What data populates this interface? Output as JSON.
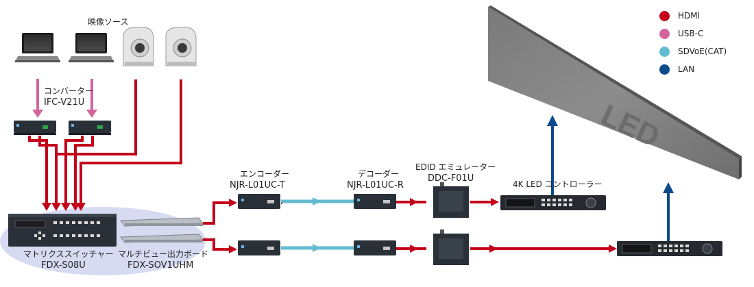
{
  "legend": [
    {
      "label": "HDMI",
      "color": "#c4001a"
    },
    {
      "label": "USB-C",
      "color": "#d4649c"
    },
    {
      "label": "SDVoE(CAT)",
      "color": "#62bcd0"
    },
    {
      "label": "LAN",
      "color": "#0c4a8c"
    }
  ],
  "labels": {
    "video_source": "映像ソース",
    "converter_name": "コンバーター",
    "converter_model": "IFC-V21U",
    "matrix_name": "マトリクススイッチャー",
    "matrix_model": "FDX-S08U",
    "multiview_name": "マルチビュー出力ボード",
    "multiview_model": "FDX-SOV1UHM",
    "encoder_name": "エンコーダー",
    "encoder_model": "NJR-L01UC-T",
    "decoder_name": "デコーダー",
    "decoder_model": "NJR-L01UC-R",
    "edid_name": "EDID エミュレーター",
    "edid_model": "DDC-F01U",
    "led_controller": "4K LED コントローラー",
    "led_wall_text": "LED"
  },
  "icons": [
    "laptop-icon",
    "ptz-camera-icon",
    "led-wall-icon"
  ]
}
